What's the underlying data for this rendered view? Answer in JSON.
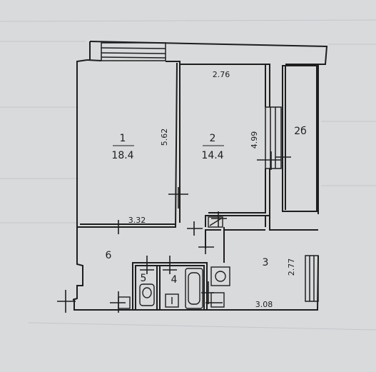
{
  "rooms": [
    {
      "id": "1",
      "number": "1",
      "area": "18.4"
    },
    {
      "id": "2",
      "number": "2",
      "area": "14.4"
    },
    {
      "id": "2b",
      "number": "2б"
    },
    {
      "id": "3",
      "number": "3"
    },
    {
      "id": "4",
      "number": "4"
    },
    {
      "id": "5",
      "number": "5"
    },
    {
      "id": "6",
      "number": "6"
    }
  ],
  "dimensions": {
    "d_276": "2.76",
    "d_562": "5.62",
    "d_499": "4.99",
    "d_332": "3.32",
    "d_277": "2.77",
    "d_308": "3.08"
  },
  "colors": {
    "background": "#d9dadc",
    "wall": "#1e1e1e"
  }
}
